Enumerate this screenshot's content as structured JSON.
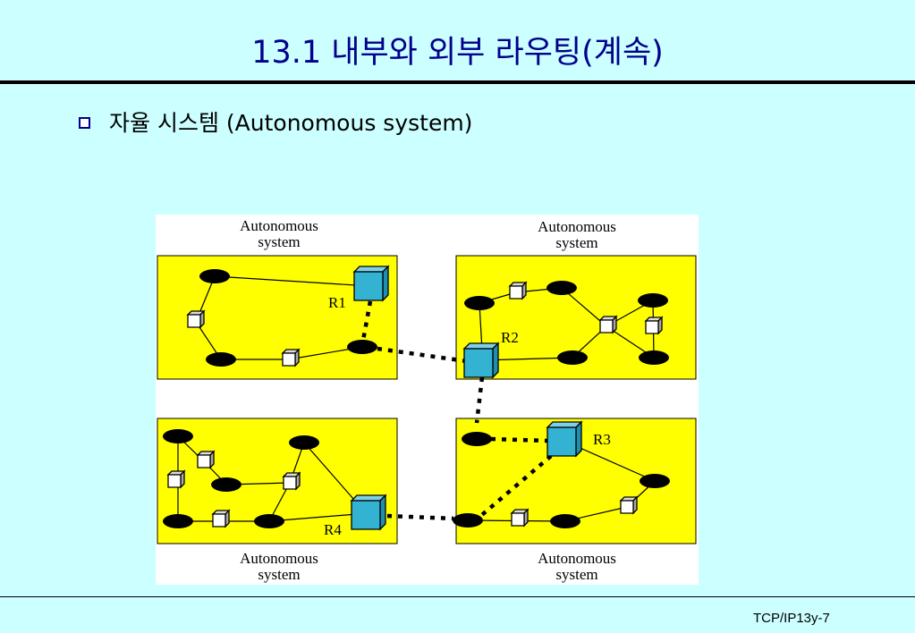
{
  "title": "13.1 내부와 외부 라우팅(계속)",
  "bullet": "자율 시스템 (Autonomous system)",
  "diagram": {
    "as_label_line1": "Autonomous",
    "as_label_line2": "system",
    "routers": [
      "R1",
      "R2",
      "R3",
      "R4"
    ]
  },
  "footer": "TCP/IP13y-7"
}
